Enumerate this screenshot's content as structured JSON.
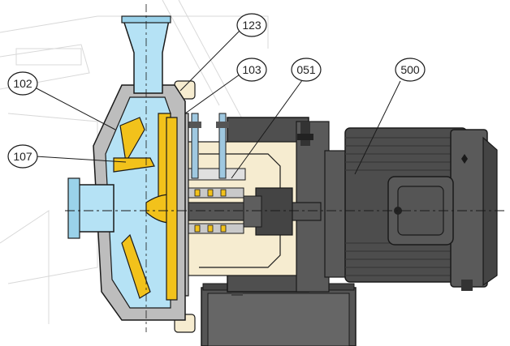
{
  "callouts": [
    {
      "id": "c102",
      "label": "102"
    },
    {
      "id": "c107",
      "label": "107"
    },
    {
      "id": "c123",
      "label": "123"
    },
    {
      "id": "c103",
      "label": "103"
    },
    {
      "id": "c051",
      "label": "051"
    },
    {
      "id": "c500",
      "label": "500"
    }
  ],
  "colors": {
    "fluid": "#b5e2f5",
    "casing": "#bdbdbd",
    "impeller": "#f2c21b",
    "motor": "#4d4d4d",
    "motor_light": "#6a6a6a",
    "frame_bg": "#f6ecd0",
    "outline": "#1a1a1a"
  }
}
